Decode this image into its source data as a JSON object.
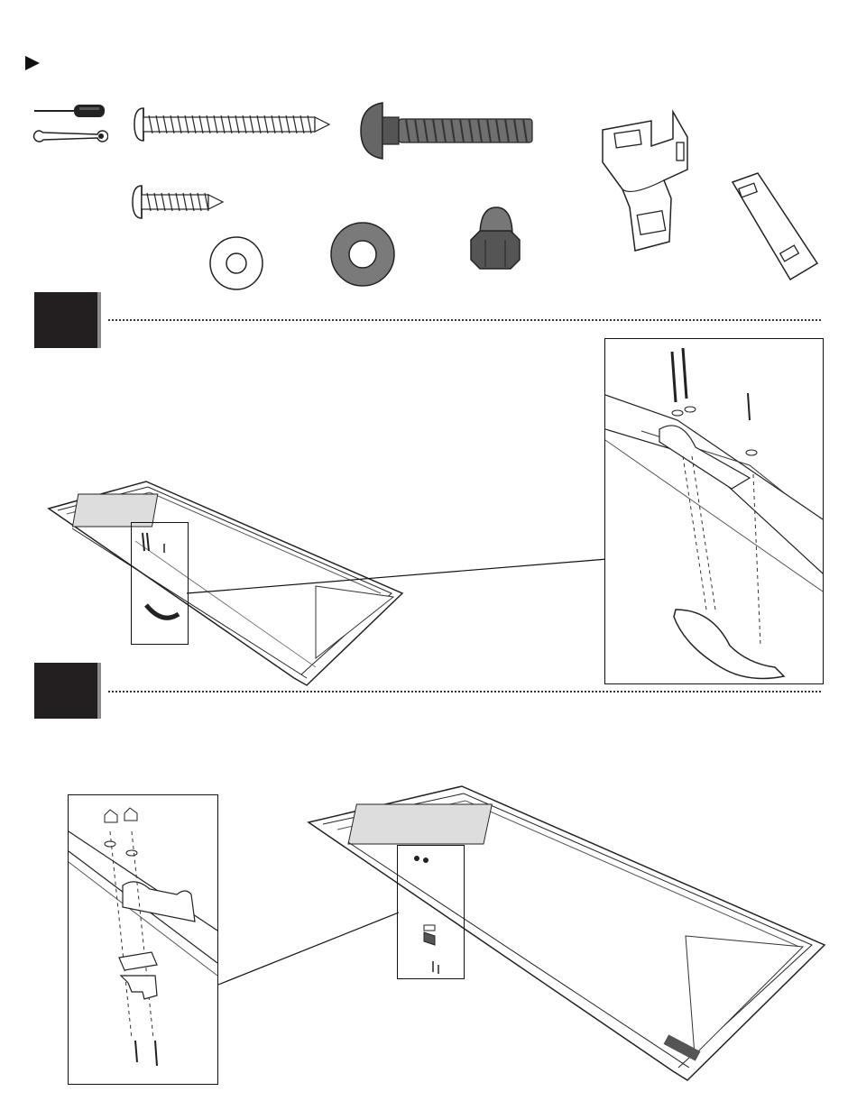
{
  "header": {
    "play_icon": "play-triangle-icon"
  },
  "hardware": {
    "tools": [
      "screwdriver-icon",
      "wrench-icon"
    ],
    "items": [
      "long-pan-head-screw",
      "short-pan-head-screw",
      "carriage-bolt",
      "flat-washer",
      "large-washer",
      "acorn-nut",
      "bent-bracket",
      "flat-plate"
    ]
  },
  "steps": [
    {
      "name": "step-1",
      "detail": "hinge-bracket-detail",
      "icons": [
        "door-panel",
        "hinge-bracket"
      ]
    },
    {
      "name": "step-2",
      "detail": "plate-bolt-detail",
      "icons": [
        "door-panel",
        "plate-bracket"
      ]
    }
  ],
  "colors": {
    "step_box": "#231f20",
    "step_shadow": "#8a8a8a",
    "line": "#111111"
  }
}
